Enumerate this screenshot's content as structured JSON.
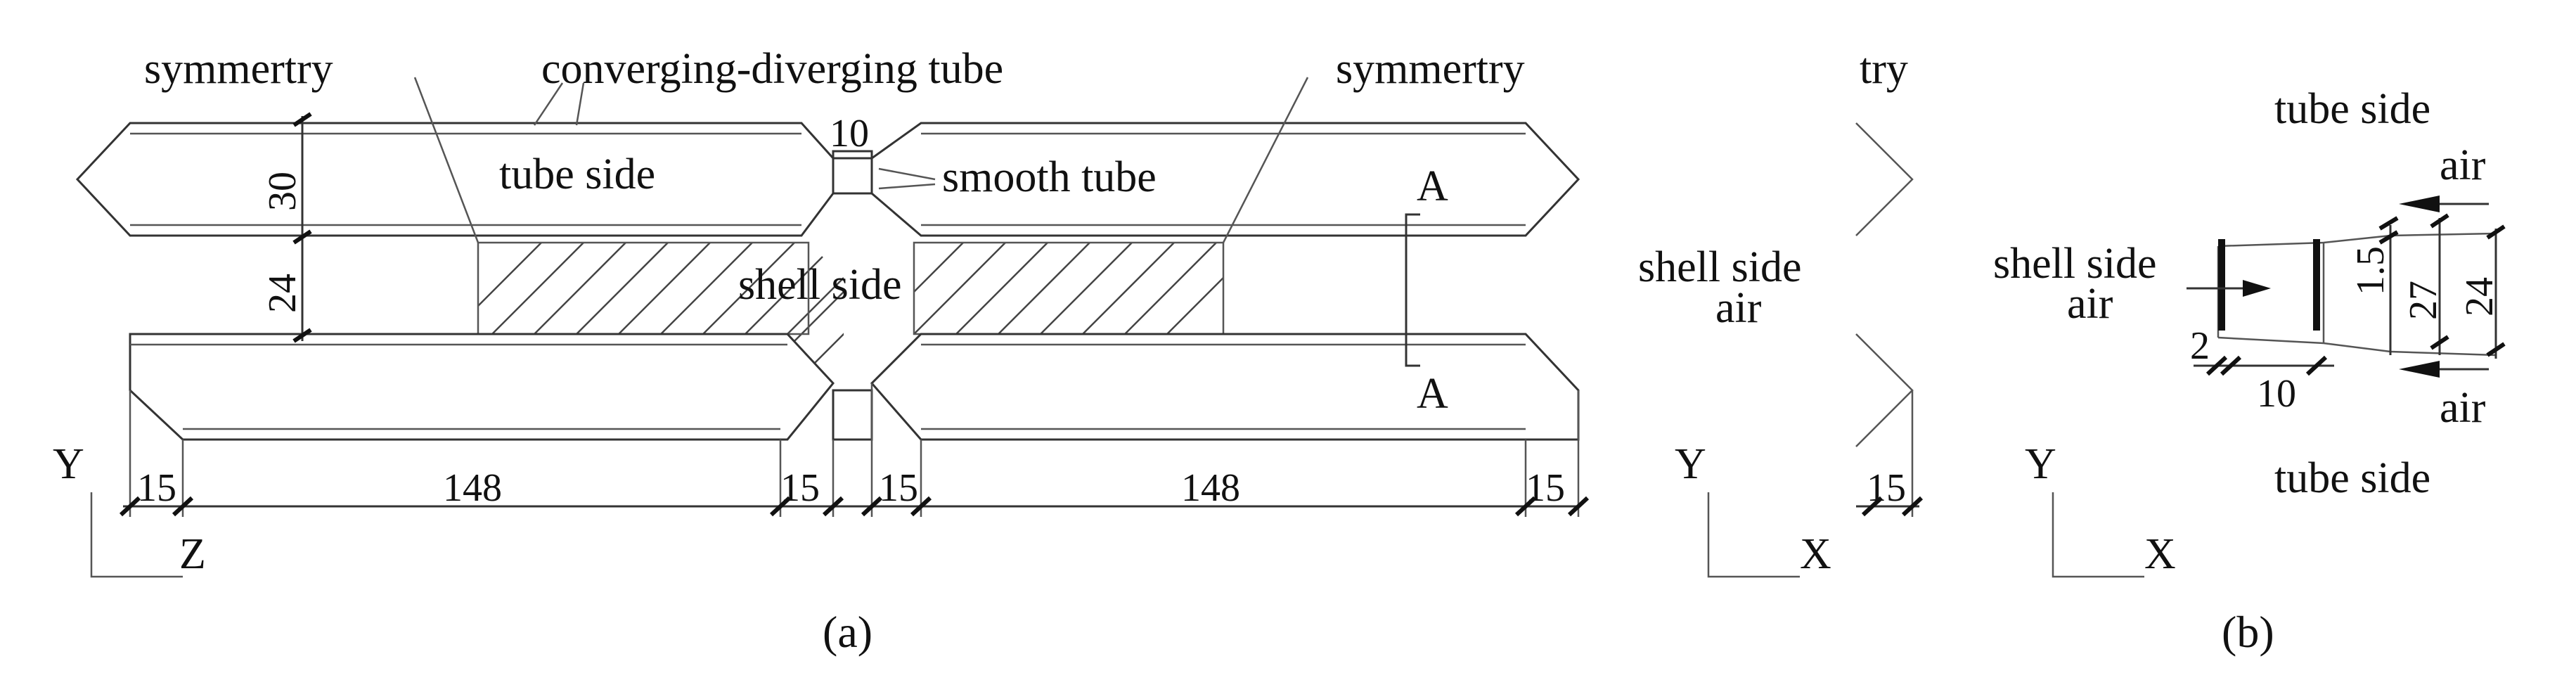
{
  "panel_a": {
    "labels": {
      "symmetry_left": "symmertry",
      "cd_tube": "converging-diverging tube",
      "symmetry_right": "symmertry",
      "tube_side": "tube side",
      "smooth_tube": "smooth tube",
      "shell_side": "shell side",
      "section_a_top": "A",
      "section_a_bottom": "A",
      "axis_y": "Y",
      "axis_z": "Z"
    },
    "dims": {
      "gap_top": "10",
      "tube_height": "30",
      "shell_height": "24",
      "seg_15_a": "15",
      "seg_148_a": "148",
      "seg_15_b": "15",
      "seg_15_c": "15",
      "seg_148_b": "148",
      "seg_15_d": "15"
    },
    "caption": "(a)"
  },
  "panel_mid": {
    "labels": {
      "symmetry_partial": "try",
      "shell_side": "shell side",
      "air": "air",
      "axis_y": "Y",
      "axis_x": "X"
    },
    "dims": {
      "seg_15": "15"
    }
  },
  "panel_b": {
    "labels": {
      "tube_side_top": "tube side",
      "air_top": "air",
      "shell_side": "shell side",
      "shell_air": "air",
      "air_bottom": "air",
      "tube_side_bottom": "tube side",
      "axis_y": "Y",
      "axis_x": "X"
    },
    "dims": {
      "d_1_5": "1.5",
      "d_27": "27",
      "d_24": "24",
      "d_2": "2",
      "d_10": "10"
    },
    "caption": "(b)"
  }
}
